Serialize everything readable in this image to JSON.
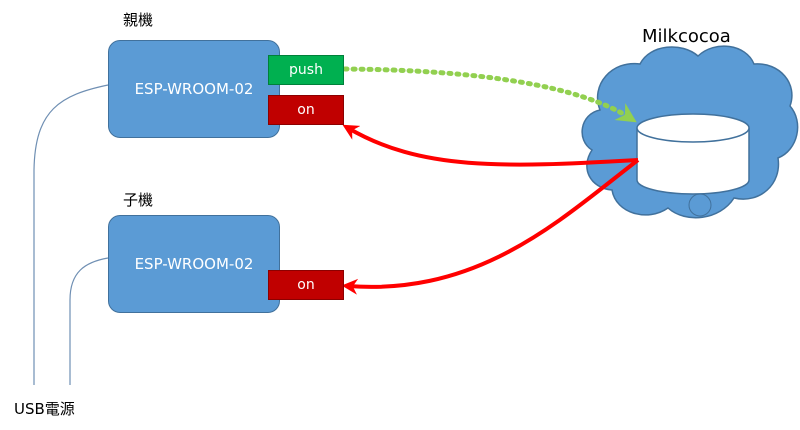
{
  "parent": {
    "label": "親機",
    "box_label": "ESP-WROOM-02",
    "push_label": "push",
    "on_label": "on"
  },
  "child": {
    "label": "子機",
    "box_label": "ESP-WROOM-02",
    "on_label": "on"
  },
  "cloud": {
    "label": "Milkcocoa"
  },
  "power": {
    "label": "USB電源"
  },
  "colors": {
    "device_fill": "#5b9bd5",
    "push_green": "#00b050",
    "on_red": "#c00000",
    "arrow_red": "#ff0000",
    "dotted_green": "#92d050"
  }
}
